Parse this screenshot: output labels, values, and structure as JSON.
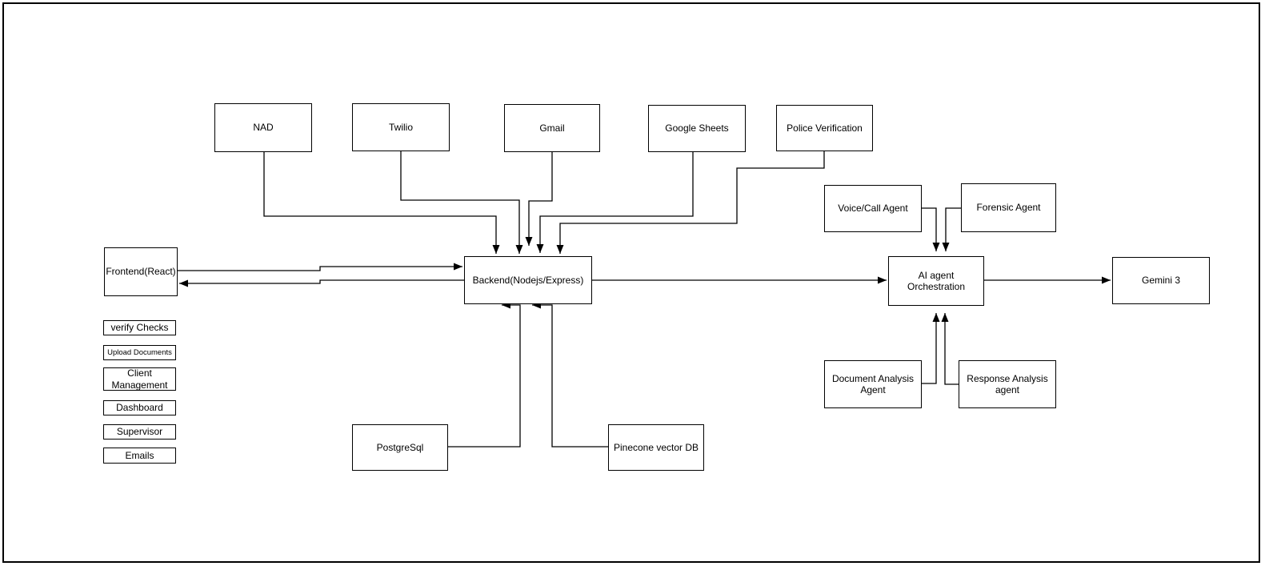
{
  "page": {
    "background": "#ffffff",
    "line_color": "#000000",
    "box_fill": "#ffffff",
    "box_stroke": "#000000"
  },
  "nodes": {
    "nad": {
      "label": "NAD"
    },
    "twilio": {
      "label": "Twilio"
    },
    "gmail": {
      "label": "Gmail"
    },
    "google_sheets": {
      "label": "Google Sheets"
    },
    "police_verification": {
      "label": "Police Verification"
    },
    "voice_call_agent": {
      "label": "Voice/Call Agent"
    },
    "forensic_agent": {
      "label": "Forensic Agent"
    },
    "frontend": {
      "label": "Frontend(React)"
    },
    "backend": {
      "label": "Backend(Nodejs/Express)"
    },
    "ai_orchestration": {
      "label": "AI agent Orchestration"
    },
    "gemini": {
      "label": "Gemini 3"
    },
    "document_analysis_agent": {
      "label": "Document Analysis Agent"
    },
    "response_analysis_agent": {
      "label": "Response Analysis agent"
    },
    "postgresql": {
      "label": "PostgreSql"
    },
    "pinecone": {
      "label": "Pinecone vector DB"
    },
    "verify_checks": {
      "label": "verify Checks"
    },
    "upload_documents": {
      "label": "Upload Documents"
    },
    "client_management": {
      "label": "Client Management"
    },
    "dashboard": {
      "label": "Dashboard"
    },
    "supervisor": {
      "label": "Supervisor"
    },
    "emails": {
      "label": "Emails"
    }
  },
  "edges": [
    {
      "from": "NAD",
      "to": "Backend(Nodejs/Express)"
    },
    {
      "from": "Twilio",
      "to": "Backend(Nodejs/Express)"
    },
    {
      "from": "Gmail",
      "to": "Backend(Nodejs/Express)"
    },
    {
      "from": "Google Sheets",
      "to": "Backend(Nodejs/Express)"
    },
    {
      "from": "Police Verification",
      "to": "Backend(Nodejs/Express)"
    },
    {
      "from": "Frontend(React)",
      "to": "Backend(Nodejs/Express)"
    },
    {
      "from": "Backend(Nodejs/Express)",
      "to": "Frontend(React)"
    },
    {
      "from": "Backend(Nodejs/Express)",
      "to": "AI agent Orchestration"
    },
    {
      "from": "AI agent Orchestration",
      "to": "Gemini 3"
    },
    {
      "from": "PostgreSql",
      "to": "Backend(Nodejs/Express)"
    },
    {
      "from": "Pinecone vector DB",
      "to": "Backend(Nodejs/Express)"
    },
    {
      "from": "Voice/Call Agent",
      "to": "AI agent Orchestration"
    },
    {
      "from": "Forensic Agent",
      "to": "AI agent Orchestration"
    },
    {
      "from": "Document Analysis Agent",
      "to": "AI agent Orchestration"
    },
    {
      "from": "Response Analysis agent",
      "to": "AI agent Orchestration"
    }
  ]
}
